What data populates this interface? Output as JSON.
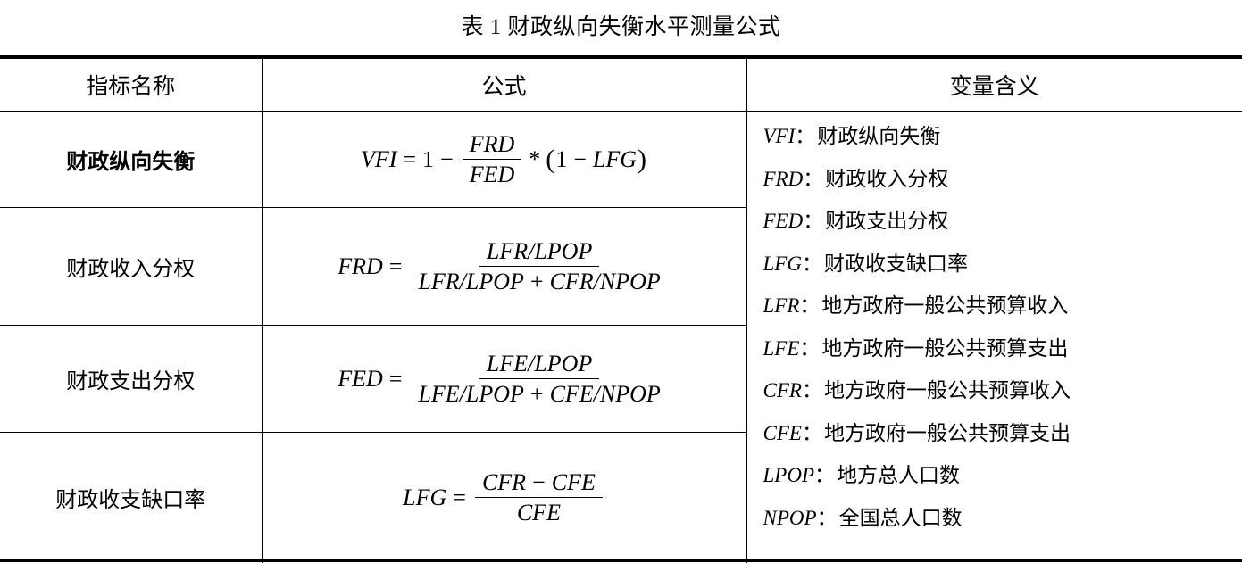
{
  "caption": "表 1  财政纵向失衡水平测量公式",
  "table": {
    "headers": {
      "indicator": "指标名称",
      "formula": "公式",
      "meaning": "变量含义"
    },
    "rows": [
      {
        "name": "财政纵向失衡",
        "bold": true,
        "formula_text": "VFI = 1 - FRD/FED * (1 - LFG)",
        "formula": {
          "lhs": "VFI",
          "eq": "=",
          "one": "1",
          "minus": "−",
          "numerator": "FRD",
          "denominator": "FED",
          "times": "*",
          "open_paren": "(",
          "one2": "1",
          "minus2": "−",
          "term": "LFG",
          "close_paren": ")"
        }
      },
      {
        "name": "财政收入分权",
        "bold": false,
        "formula_text": "FRD = (LFR/LPOP) / (LFR/LPOP + CFR/NPOP)",
        "formula": {
          "lhs": "FRD",
          "eq": "=",
          "numerator": "LFR/LPOP",
          "denominator_left": "LFR/LPOP",
          "plus": "+",
          "denominator_right": "CFR/NPOP"
        }
      },
      {
        "name": "财政支出分权",
        "bold": false,
        "formula_text": "FED = (LFE/LPOP) / (LFE/LPOP + CFE/NPOP)",
        "formula": {
          "lhs": "FED",
          "eq": "=",
          "numerator": "LFE/LPOP",
          "denominator_left": "LFE/LPOP",
          "plus": "+",
          "denominator_right": "CFE/NPOP"
        }
      },
      {
        "name": "财政收支缺口率",
        "bold": false,
        "formula_text": "LFG = (CFR - CFE)/CFE",
        "formula": {
          "lhs": "LFG",
          "eq": "=",
          "numerator_left": "CFR",
          "minus": "−",
          "numerator_right": "CFE",
          "denominator": "CFE"
        }
      }
    ],
    "definitions": [
      {
        "symbol": "VFI",
        "colon": "：",
        "desc": "财政纵向失衡"
      },
      {
        "symbol": "FRD",
        "colon": "：",
        "desc": "财政收入分权"
      },
      {
        "symbol": "FED",
        "colon": "：",
        "desc": "财政支出分权"
      },
      {
        "symbol": "LFG",
        "colon": "：",
        "desc": "财政收支缺口率"
      },
      {
        "symbol": "LFR",
        "colon": "：",
        "desc": "地方政府一般公共预算收入"
      },
      {
        "symbol": "LFE",
        "colon": "：",
        "desc": "地方政府一般公共预算支出"
      },
      {
        "symbol": "CFR",
        "colon": "：",
        "desc": "地方政府一般公共预算收入"
      },
      {
        "symbol": "CFE",
        "colon": "：",
        "desc": "地方政府一般公共预算支出"
      },
      {
        "symbol": "LPOP",
        "colon": "：",
        "desc": "地方总人口数"
      },
      {
        "symbol": "NPOP",
        "colon": "：",
        "desc": "全国总人口数"
      }
    ]
  },
  "colors": {
    "text": "#000000",
    "rule": "#000000",
    "background": "#ffffff"
  }
}
